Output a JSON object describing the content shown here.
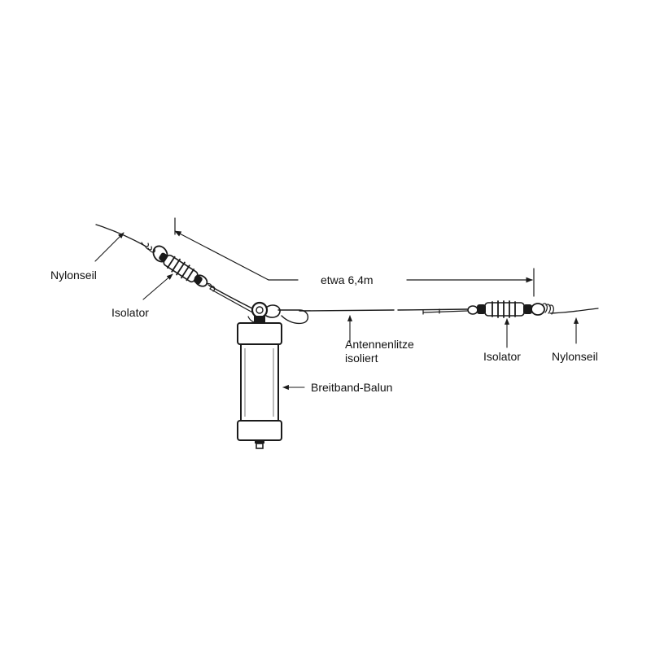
{
  "labels": {
    "nylon_left": "Nylonseil",
    "isolator_left": "Isolator",
    "length": "etwa 6,4m",
    "wire_line1": "Antennenlitze",
    "wire_line2": "isoliert",
    "isolator_right": "Isolator",
    "nylon_right": "Nylonseil",
    "balun": "Breitband-Balun"
  },
  "colors": {
    "ink": "#1a1a1a",
    "background": "#ffffff"
  }
}
